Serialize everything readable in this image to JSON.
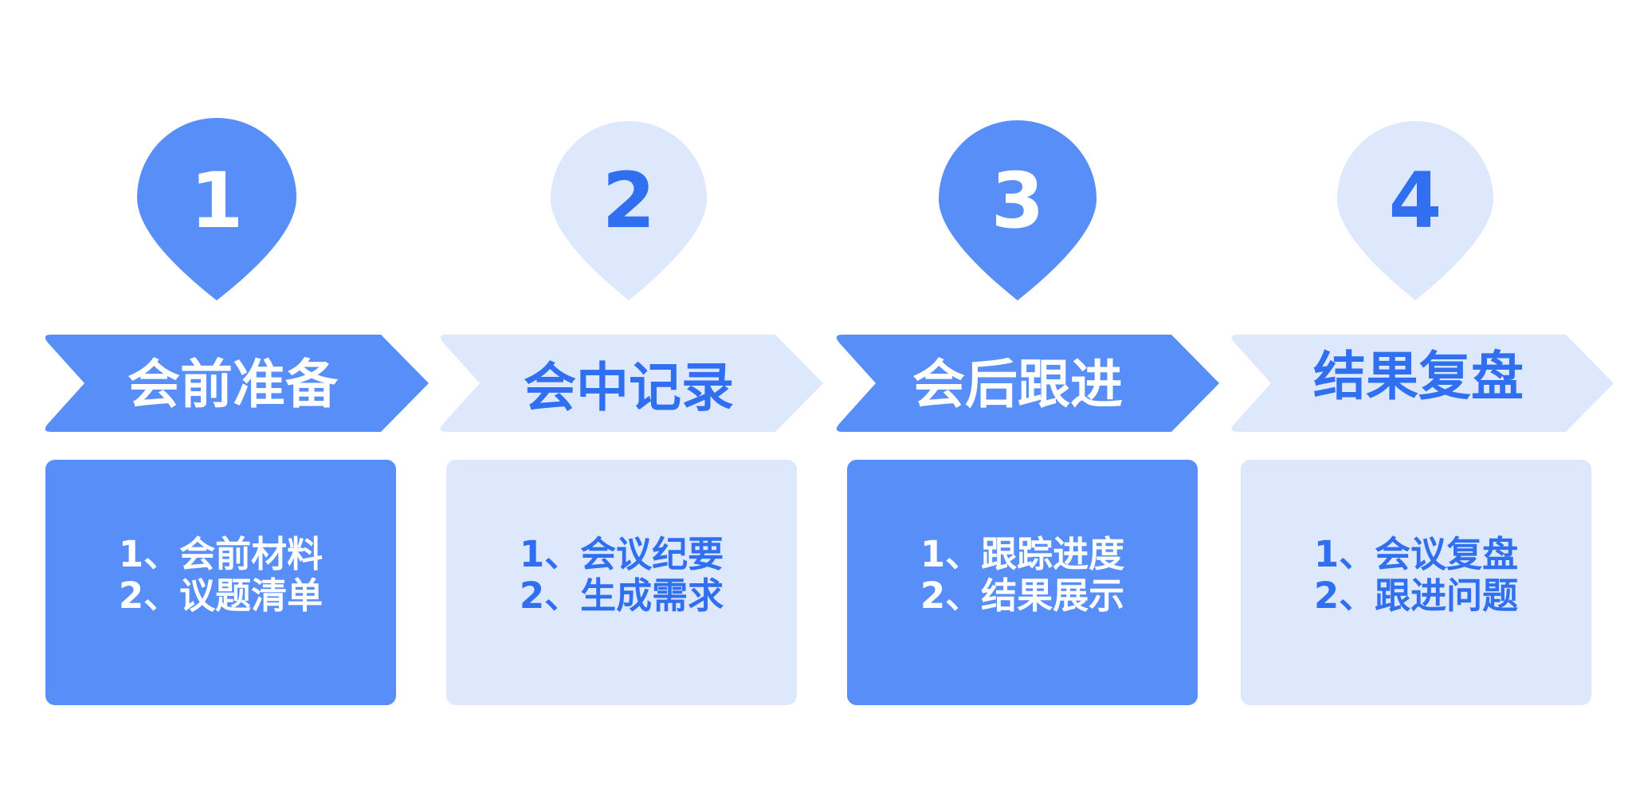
{
  "colors": {
    "dark_fill": "#578ef8",
    "light_fill": "#dde8fd",
    "dark_text": "#ffffff",
    "light_text": "#2f6ff0"
  },
  "steps": [
    {
      "number": "1",
      "title": "会前准备",
      "items": [
        "1、会前材料",
        "2、议题清单"
      ],
      "style": "dark"
    },
    {
      "number": "2",
      "title": "会中记录",
      "items": [
        "1、会议纪要",
        "2、生成需求"
      ],
      "style": "light"
    },
    {
      "number": "3",
      "title": "会后跟进",
      "items": [
        "1、跟踪进度",
        "2、结果展示"
      ],
      "style": "dark"
    },
    {
      "number": "4",
      "title": "结果复盘",
      "items": [
        "1、会议复盘",
        "2、跟进问题"
      ],
      "style": "light"
    }
  ]
}
